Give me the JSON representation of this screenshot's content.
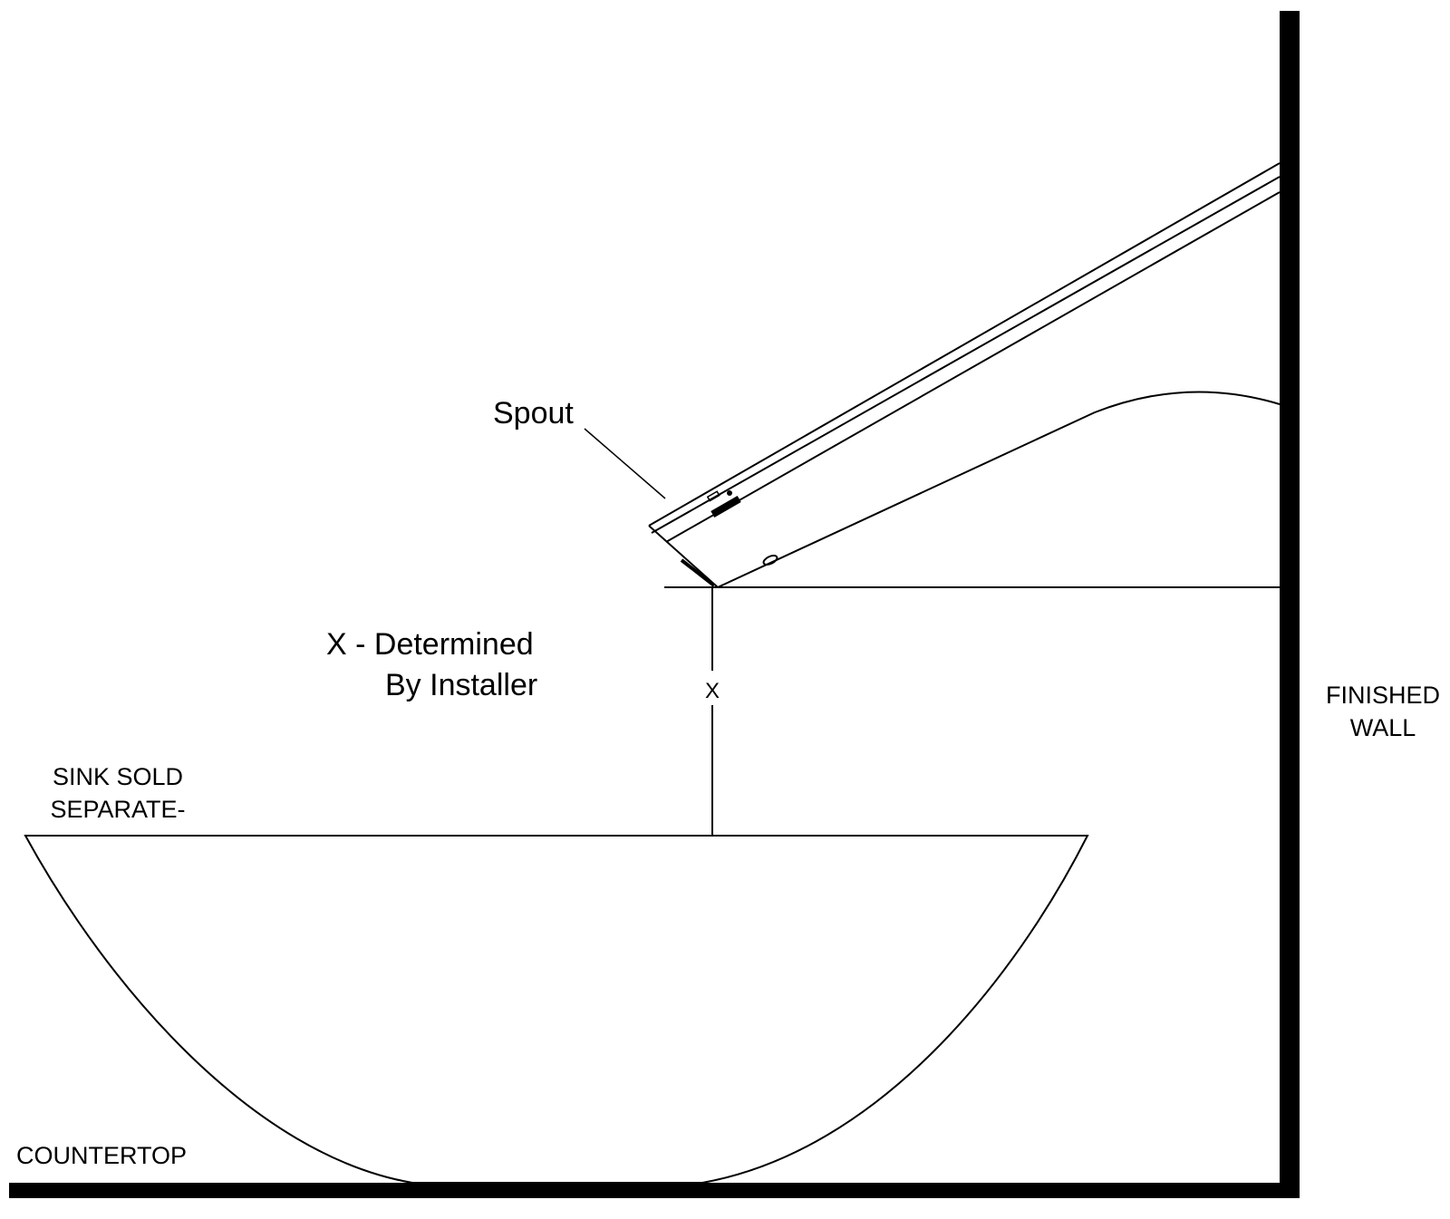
{
  "labels": {
    "spout": "Spout",
    "x_note_line1": "X - Determined",
    "x_note_line2": "By Installer",
    "x_marker": "X",
    "wall_line1": "FINISHED",
    "wall_line2": "WALL",
    "sink_line1": "SINK SOLD",
    "sink_line2": "SEPARATE-",
    "countertop": "COUNTERTOP"
  },
  "colors": {
    "line": "#000000",
    "background": "#ffffff"
  }
}
